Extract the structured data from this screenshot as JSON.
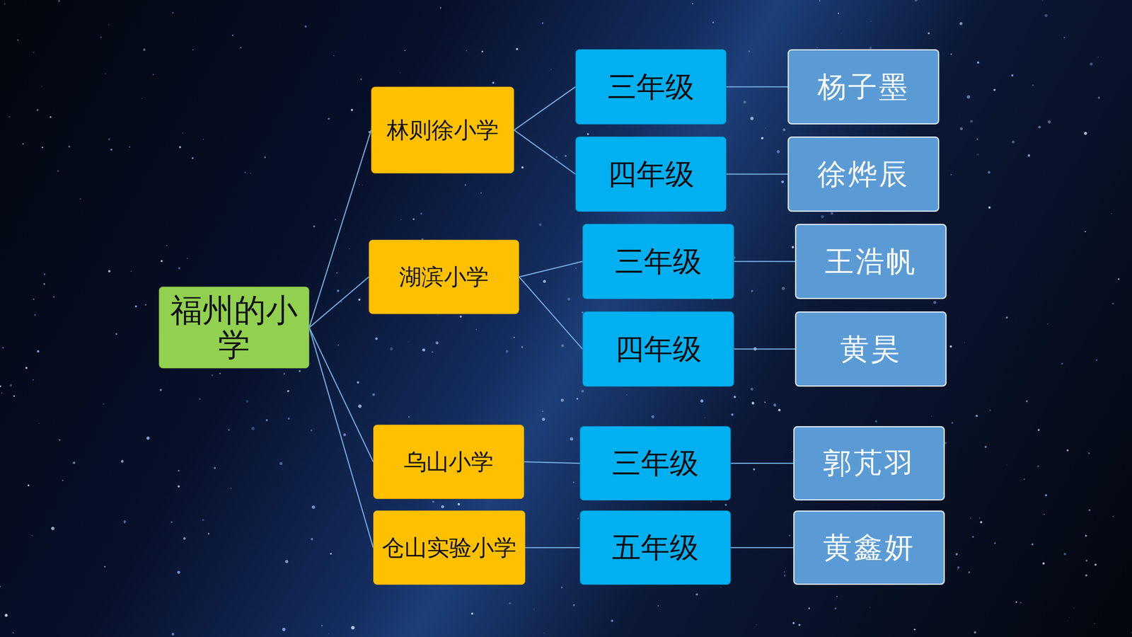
{
  "diagram": {
    "nodes": [
      {
        "text": [
          "福州的小学"
        ]
      },
      {
        "text": [
          "林则徐小学"
        ]
      },
      {
        "text": [
          "三年级"
        ]
      },
      {
        "text": [
          "杨子墨"
        ]
      },
      {
        "text": [
          "四年级"
        ]
      },
      {
        "text": [
          "徐烨辰"
        ]
      },
      {
        "text": [
          "湖滨小学"
        ]
      },
      {
        "text": [
          "三年级"
        ]
      },
      {
        "text": [
          "王浩帆"
        ]
      },
      {
        "text": [
          "四年级"
        ]
      },
      {
        "text": [
          "黄昊"
        ]
      },
      {
        "text": [
          "乌山小学"
        ]
      },
      {
        "text": [
          "三年级"
        ]
      },
      {
        "text": [
          "郭芃羽"
        ]
      },
      {
        "text": [
          "仓山实验小学"
        ]
      },
      {
        "text": [
          "五年级"
        ]
      },
      {
        "text": [
          "黄鑫妍"
        ]
      }
    ],
    "edges": [
      {
        "from": 0,
        "to": 1,
        "arrow": "none"
      },
      {
        "from": 0,
        "to": 6,
        "arrow": "none"
      },
      {
        "from": 0,
        "to": 11,
        "arrow": "none"
      },
      {
        "from": 0,
        "to": 14,
        "arrow": "none"
      },
      {
        "from": 1,
        "to": 2,
        "arrow": "none"
      },
      {
        "from": 1,
        "to": 4,
        "arrow": "none"
      },
      {
        "from": 2,
        "to": 3,
        "arrow": "none"
      },
      {
        "from": 4,
        "to": 5,
        "arrow": "none"
      },
      {
        "from": 6,
        "to": 7,
        "arrow": "none"
      },
      {
        "from": 6,
        "to": 9,
        "arrow": "none"
      },
      {
        "from": 7,
        "to": 8,
        "arrow": "none"
      },
      {
        "from": 9,
        "to": 10,
        "arrow": "none"
      },
      {
        "from": 11,
        "to": 12,
        "arrow": "none"
      },
      {
        "from": 12,
        "to": 13,
        "arrow": "none"
      },
      {
        "from": 14,
        "to": 15,
        "arrow": "none"
      },
      {
        "from": 15,
        "to": 16,
        "arrow": "none"
      }
    ]
  }
}
